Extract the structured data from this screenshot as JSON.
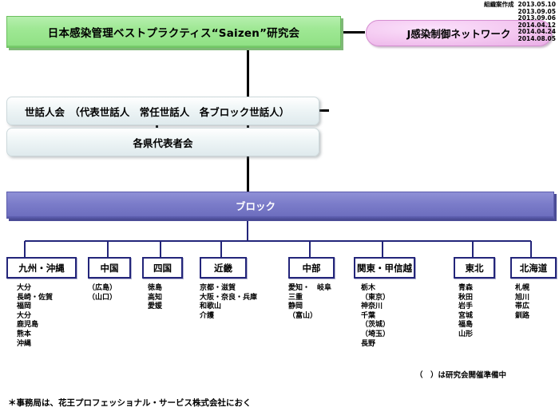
{
  "revisions": {
    "label": "組織案作成",
    "dates": [
      "2013.05.10",
      "2013.09.05",
      "2013.09.06",
      "2014.04.12",
      "2014.04.24",
      "2014.08.05"
    ]
  },
  "top": {
    "title": "日本感染管理ベストプラクティス“Saizen”研究会",
    "network_label": "J感染制御ネットワーク"
  },
  "committees": {
    "sewaninkai": "世話人会　（代表世話人　常任世話人　各ブロック世話人）",
    "kakuken_daihyosha": "各県代表者会"
  },
  "block": {
    "label": "ブロック"
  },
  "regions": [
    {
      "name": "九州・沖縄",
      "prefectures": [
        "大分",
        "長崎・佐賀",
        "福岡",
        "大分",
        "鹿児島",
        "熊本",
        "沖縄"
      ]
    },
    {
      "name": "中国",
      "prefectures": [
        "（広島）",
        "（山口）"
      ]
    },
    {
      "name": "四国",
      "prefectures": [
        "徳島",
        "高知",
        "愛媛"
      ]
    },
    {
      "name": "近畿",
      "prefectures": [
        "京都・滋賀",
        "大阪・奈良・兵庫",
        "和歌山",
        "介護"
      ]
    },
    {
      "name": "中部",
      "prefectures": [
        "愛知・　岐阜",
        "三重",
        "静岡",
        "（富山）"
      ]
    },
    {
      "name": "関東・甲信越",
      "prefectures": [
        "栃木",
        "（東京）",
        "神奈川",
        "千葉",
        "（茨城）",
        "（埼玉）",
        "長野"
      ]
    },
    {
      "name": "東北",
      "prefectures": [
        "青森",
        "秋田",
        "岩手",
        "宮城",
        "福島",
        "山形"
      ]
    },
    {
      "name": "北海道",
      "prefectures": [
        "札幌",
        "旭川",
        "帯広",
        "釧路"
      ]
    }
  ],
  "notes": {
    "paren_note": "（　）は研究会開催準備中",
    "office_note": "＊事務局は、花王プロフェッショナル・サービス株式会社におく"
  },
  "colors": {
    "top_box_green": "#9fe894",
    "network_pink": "#f3c6f0",
    "block_purple": "#7b7cc9",
    "tree_navy": "#23257a",
    "light_box": "#eef5f6"
  }
}
